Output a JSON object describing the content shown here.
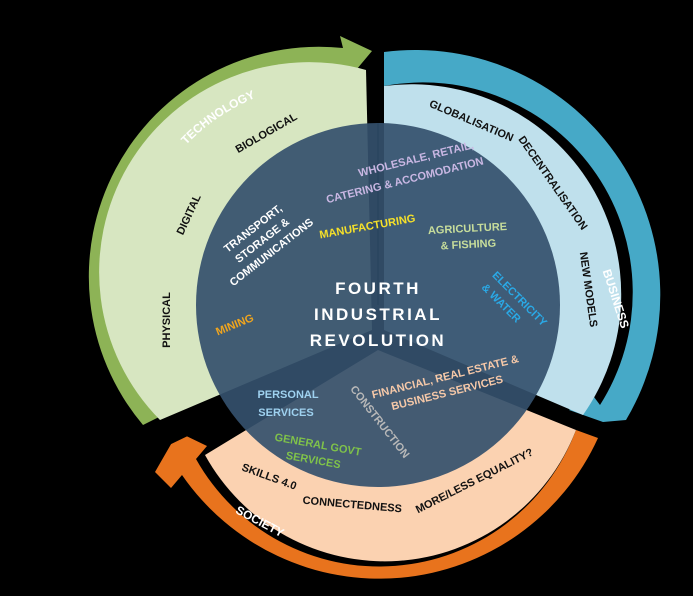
{
  "center_title": [
    "FOURTH",
    "INDUSTRIAL",
    "REVOLUTION"
  ],
  "colors": {
    "technology": "#8db356",
    "technology_inner": "#d7e6c1",
    "business": "#46a9c7",
    "business_inner": "#bfe0ec",
    "society": "#e8731d",
    "society_inner": "#fbd2b1",
    "center_disc": "#34506d"
  },
  "segments": {
    "technology": {
      "title": "TECHNOLOGY",
      "items": [
        "BIOLOGICAL",
        "DIGITAL",
        "PHYSICAL"
      ]
    },
    "business": {
      "title": "BUSINESS",
      "items": [
        "GLOBALISATION",
        "DECENTRALISATION",
        "NEW MODELS"
      ]
    },
    "society": {
      "title": "SOCIETY",
      "items": [
        "SKILLS 4.0",
        "CONNECTEDNESS",
        "MORE/LESS EQUALITY?"
      ]
    }
  },
  "sectors": {
    "wholesale": [
      "WHOLESALE, RETAIL,",
      "CATERING & ACCOMODATION"
    ],
    "transport": [
      "TRANSPORT,",
      "STORAGE &",
      "COMMUNICATIONS"
    ],
    "manufacturing": "MANUFACTURING",
    "agriculture": [
      "AGRICULTURE",
      "& FISHING"
    ],
    "mining": "MINING",
    "electricity": [
      "ELECTRICITY",
      "& WATER"
    ],
    "personal": [
      "PERSONAL",
      "SERVICES"
    ],
    "construction": "CONSTRUCTION",
    "financial": [
      "FINANCIAL, REAL ESTATE &",
      "BUSINESS SERVICES"
    ],
    "govt": [
      "GENERAL GOVT",
      "SERVICES"
    ]
  }
}
